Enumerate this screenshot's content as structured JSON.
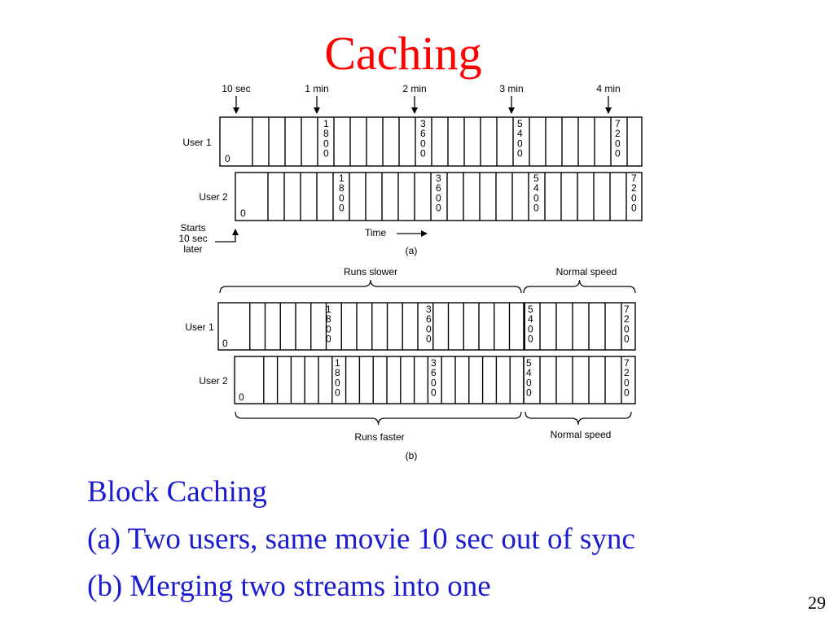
{
  "slide": {
    "title": "Caching",
    "page_number": "29",
    "captions": [
      "Block Caching",
      "(a) Two users, same movie 10 sec out of sync",
      "(b) Merging two streams into one"
    ]
  },
  "diagram": {
    "part_a": {
      "time_markers": [
        "10 sec",
        "1 min",
        "2 min",
        "3 min",
        "4 min"
      ],
      "row_labels": [
        "User 1",
        "User 2"
      ],
      "block_labels": [
        "0",
        "1800",
        "3600",
        "5400",
        "7200"
      ],
      "start_note": [
        "Starts",
        "10 sec",
        "later"
      ],
      "time_label": "Time",
      "panel_label": "(a)"
    },
    "part_b": {
      "top_brace_labels": [
        "Runs slower",
        "Normal speed"
      ],
      "row_labels": [
        "User 1",
        "User 2"
      ],
      "block_labels": [
        "0",
        "1800",
        "3600",
        "5400",
        "7200"
      ],
      "bottom_brace_labels": [
        "Runs faster",
        "Normal speed"
      ],
      "panel_label": "(b)"
    }
  }
}
